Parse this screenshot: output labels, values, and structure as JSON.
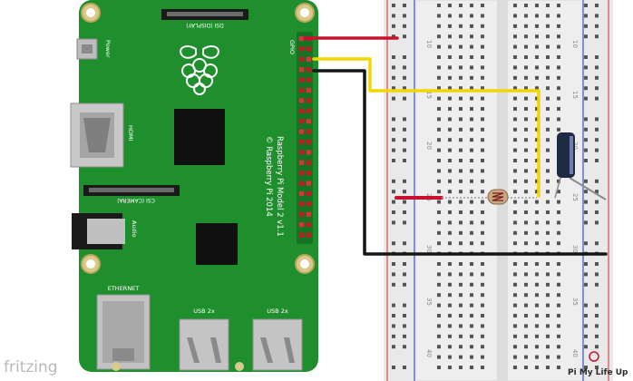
{
  "colors": {
    "board": "#1f8f2e",
    "board_edge": "#177a25",
    "breadboard": "#efefef",
    "wire_red": "#c8102e",
    "wire_black": "#151515",
    "wire_yellow": "#f2d600",
    "rail_red": "#d84a4a",
    "rail_blue": "#3a55c8"
  },
  "board": {
    "dsi_label": "DSI (DISPLAY)",
    "power_label": "Power",
    "gpio_label": "GPIO",
    "hdmi_label": "HDMI",
    "csi_label": "CSI (CAMERA)",
    "audio_label": "Audio",
    "ethernet_label": "ETHERNET",
    "usb1_label": "USB 2x",
    "usb2_label": "USB 2x",
    "model_line1": "Raspberry Pi Model 2 v1.1",
    "model_line2": "© Raspberry Pi 2014"
  },
  "breadboard": {
    "row_numbers": [
      "10",
      "15",
      "20",
      "25",
      "30",
      "35",
      "40"
    ]
  },
  "branding": {
    "fritzing": "fritzing",
    "pimylifeup": "Pi My Life Up"
  }
}
